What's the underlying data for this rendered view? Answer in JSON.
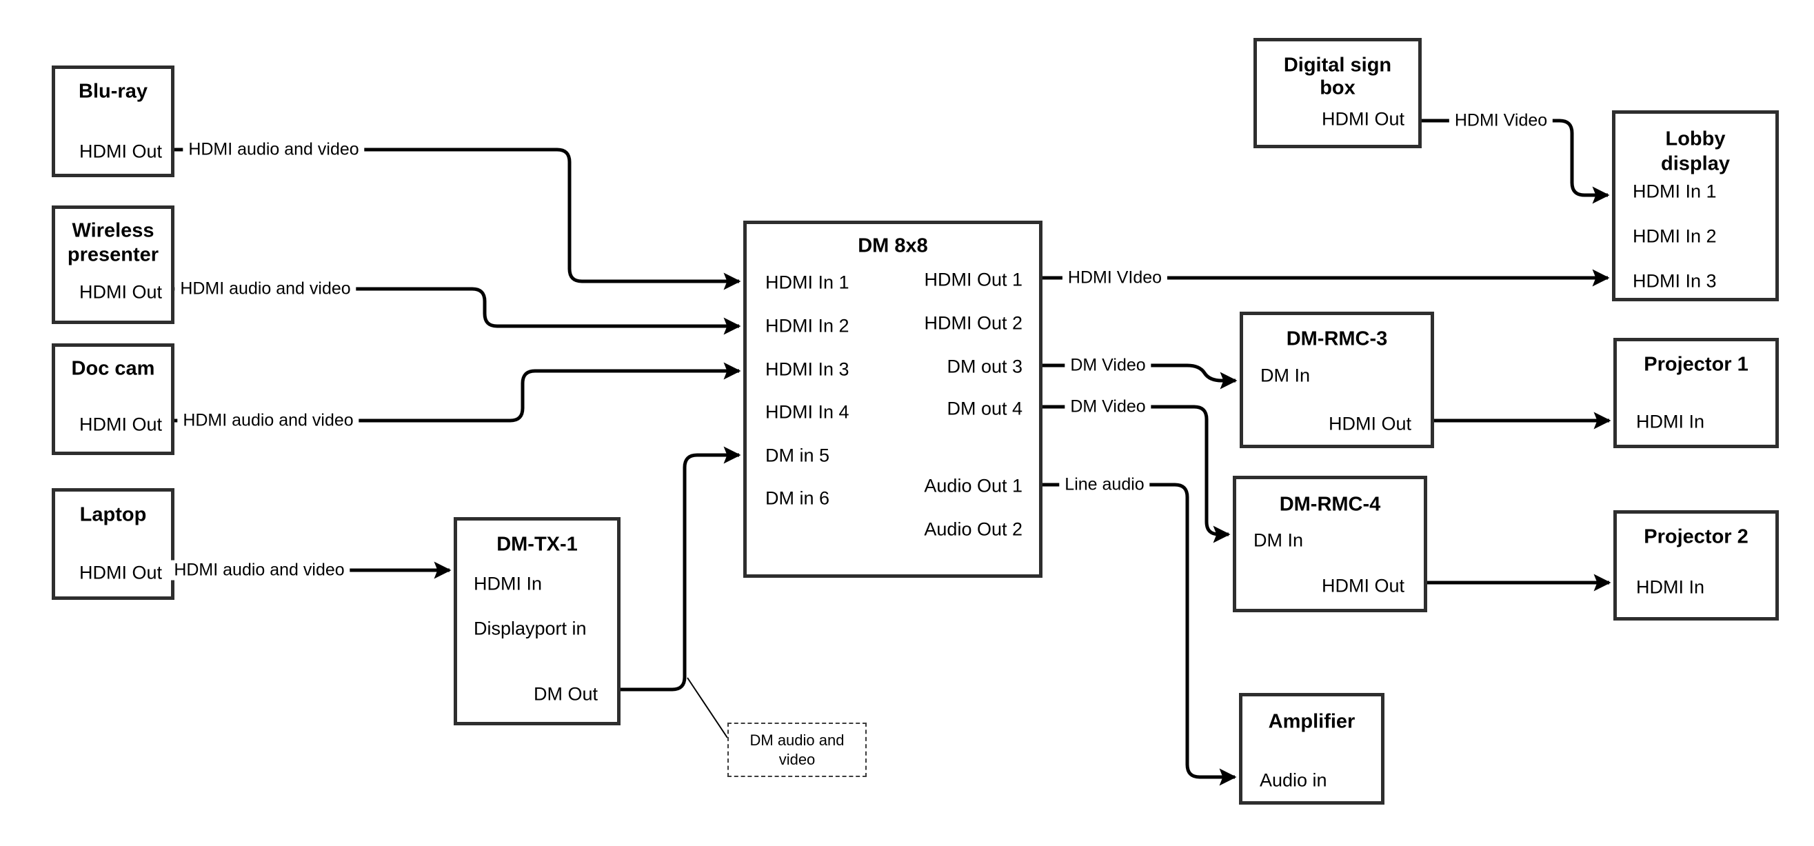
{
  "colors": {
    "background": "#ffffff",
    "box_border": "#2e2e2e",
    "line": "#000000",
    "text": "#000000"
  },
  "nodes": {
    "bluray": {
      "title": "Blu-ray",
      "port_hdmi_out": "HDMI Out"
    },
    "wireless": {
      "title_line1": "Wireless",
      "title_line2": "presenter",
      "port_hdmi_out": "HDMI Out"
    },
    "doc_cam": {
      "title": "Doc cam",
      "port_hdmi_out": "HDMI Out"
    },
    "laptop": {
      "title": "Laptop",
      "port_hdmi_out": "HDMI Out"
    },
    "dm_tx_1": {
      "title": "DM-TX-1",
      "port_hdmi_in": "HDMI In",
      "port_displayport_in": "Displayport in",
      "port_dm_out": "DM Out"
    },
    "dm_8x8": {
      "title": "DM 8x8",
      "left_ports": [
        "HDMI In 1",
        "HDMI In 2",
        "HDMI In 3",
        "HDMI In 4",
        "DM in 5",
        "DM in 6"
      ],
      "right_ports": [
        "HDMI Out 1",
        "HDMI Out 2",
        "DM out 3",
        "DM out 4",
        "Audio Out 1",
        "Audio Out 2"
      ]
    },
    "digital_sign": {
      "title_line1": "Digital sign",
      "title_line2": "box",
      "port_hdmi_out": "HDMI Out"
    },
    "lobby_display": {
      "title_line1": "Lobby",
      "title_line2": "display",
      "ports": [
        "HDMI In 1",
        "HDMI In 2",
        "HDMI In 3"
      ]
    },
    "dm_rmc_3": {
      "title": "DM-RMC-3",
      "port_dm_in": "DM In",
      "port_hdmi_out": "HDMI Out"
    },
    "dm_rmc_4": {
      "title": "DM-RMC-4",
      "port_dm_in": "DM In",
      "port_hdmi_out": "HDMI Out"
    },
    "projector_1": {
      "title": "Projector 1",
      "port_hdmi_in": "HDMI In"
    },
    "projector_2": {
      "title": "Projector 2",
      "port_hdmi_in": "HDMI In"
    },
    "amplifier": {
      "title": "Amplifier",
      "port_audio_in": "Audio in"
    }
  },
  "edge_labels": {
    "bluray_to_dm8x8": "HDMI audio and video",
    "wireless_to_dm8x8": "HDMI audio and video",
    "doccam_to_dm8x8": "HDMI audio and video",
    "laptop_to_dmtx1": "HDMI audio and video",
    "hdmiout1_to_lobby": "HDMI VIdeo",
    "dmout3_to_rmc3": "DM Video",
    "dmout4_to_rmc4": "DM Video",
    "audioout1_to_amp": "Line audio",
    "digitalsign_to_lobby": "HDMI Video"
  },
  "note": {
    "line1": "DM audio and",
    "line2": "video"
  }
}
